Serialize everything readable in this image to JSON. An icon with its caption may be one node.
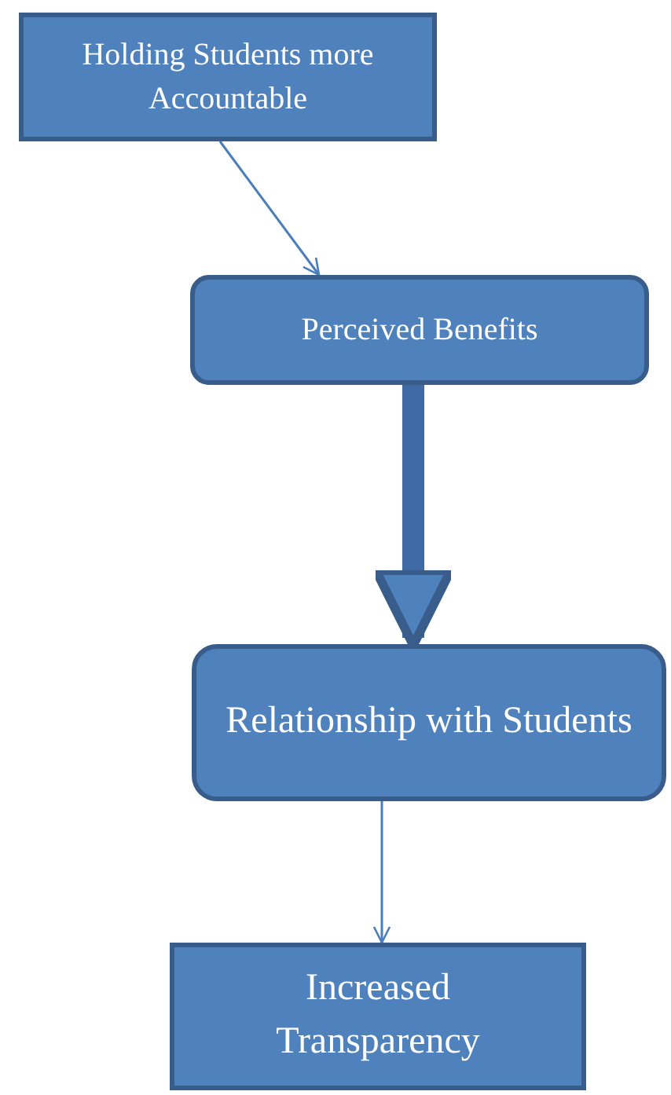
{
  "diagram": {
    "nodes": [
      {
        "text": [
          "Holding Students more Accountable"
        ]
      },
      {
        "text": [
          "Perceived Benefits"
        ]
      },
      {
        "text": [
          "Relationship with Students"
        ]
      },
      {
        "text": [
          "Increased Transparency"
        ]
      }
    ],
    "edges": [
      {
        "from": 0,
        "to": 1,
        "arrow": "to"
      },
      {
        "from": 1,
        "to": 2,
        "arrow": "to",
        "style": "thick"
      },
      {
        "from": 2,
        "to": 3,
        "arrow": "to"
      }
    ]
  }
}
